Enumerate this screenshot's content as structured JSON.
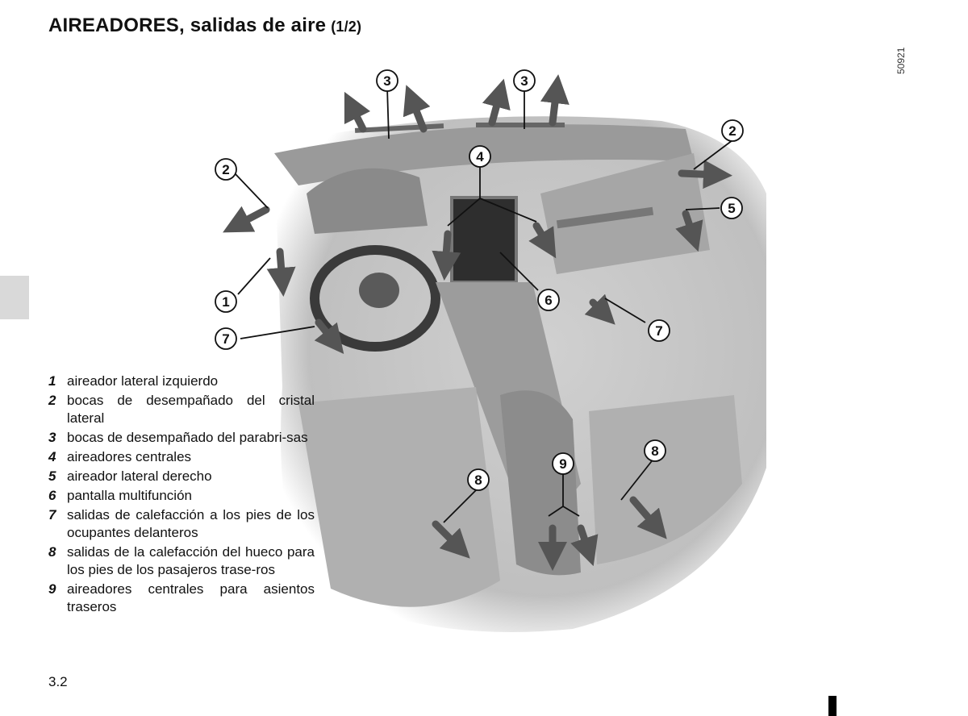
{
  "header": {
    "title": "AIREADORES, salidas de aire",
    "subtitle": "(1/2)"
  },
  "figure": {
    "code": "50921",
    "callouts": [
      "1",
      "2",
      "2",
      "3",
      "3",
      "4",
      "5",
      "6",
      "7",
      "7",
      "8",
      "8",
      "9"
    ]
  },
  "legend": [
    {
      "num": "1",
      "text": "aireador lateral izquierdo"
    },
    {
      "num": "2",
      "text": "bocas de desempañado del cristal lateral"
    },
    {
      "num": "3",
      "text": "bocas de desempañado del parabri-sas"
    },
    {
      "num": "4",
      "text": "aireadores centrales"
    },
    {
      "num": "5",
      "text": "aireador lateral derecho"
    },
    {
      "num": "6",
      "text": "pantalla multifunción"
    },
    {
      "num": "7",
      "text": "salidas de calefacción a los pies de los ocupantes delanteros"
    },
    {
      "num": "8",
      "text": "salidas de la calefacción del hueco para los pies de los pasajeros trase-ros"
    },
    {
      "num": "9",
      "text": "aireadores centrales para asientos traseros"
    }
  ],
  "footer": {
    "page_number": "3.2"
  }
}
